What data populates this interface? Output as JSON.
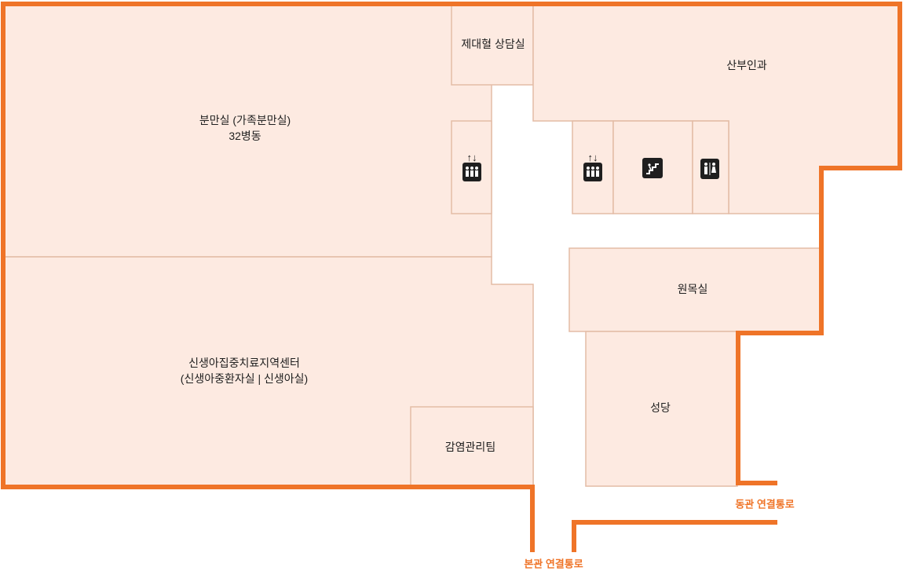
{
  "rooms": {
    "delivery": {
      "line1": "분만실 (가족분만실)",
      "line2": "32병동"
    },
    "consult": "제대혈 상담실",
    "obgyn": "산부인과",
    "nicu": {
      "line1": "신생아집중치료지역센터",
      "line2": "(신생아중환자실 | 신생아실)"
    },
    "infection": "감염관리팀",
    "bath": "원목실",
    "chapel": "성당"
  },
  "links": {
    "main_building": "본관 연결통로",
    "east_building": "동관 연결통로"
  },
  "icons": {
    "elevator_left": "elevator-icon",
    "elevator_right": "elevator-icon",
    "stairs": "stairs-icon",
    "restroom": "restroom-icon"
  },
  "colors": {
    "wall": "#ef7428",
    "room": "#fdeae1",
    "room_border": "#e3bca6"
  }
}
